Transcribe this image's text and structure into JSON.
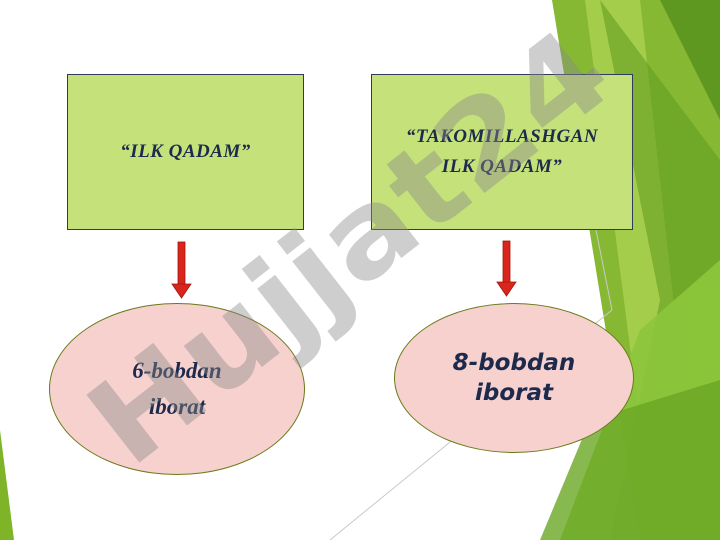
{
  "diagram": {
    "box_left": {
      "text": "“ILK  QADAM”"
    },
    "box_right": {
      "text": "“TAKOMILLASHGAN\n ILK   QADAM”"
    },
    "ellipse_left": {
      "text": "6-bobdan\niborat"
    },
    "ellipse_right": {
      "text": "8-bobdan\niborat"
    }
  },
  "watermark": {
    "text": "Hujjat24"
  },
  "colors": {
    "box_fill": "#c5e17a",
    "ellipse_fill": "#f6d1cd",
    "arrow": "#d9251c",
    "text": "#1c2a4d",
    "accent_green": "#7fb428"
  }
}
